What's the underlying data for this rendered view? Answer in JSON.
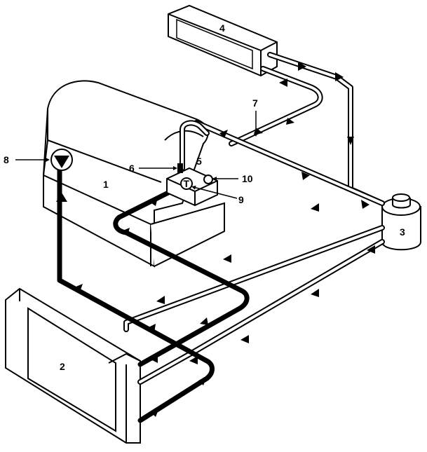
{
  "diagram": {
    "components": [
      {
        "id": "engine",
        "label": "1"
      },
      {
        "id": "radiator",
        "label": "2"
      },
      {
        "id": "expansion-tank",
        "label": "3"
      },
      {
        "id": "heater-core",
        "label": "4"
      },
      {
        "id": "thermostat-housing",
        "label": "5"
      },
      {
        "id": "sensor",
        "label": "6"
      },
      {
        "id": "heater-hose",
        "label": "7"
      },
      {
        "id": "water-pump",
        "label": "8"
      },
      {
        "id": "thermostat",
        "label": "9"
      },
      {
        "id": "bleed-valve",
        "label": "10"
      }
    ],
    "thermostat_symbol": "T",
    "colors": {
      "line": "#000000",
      "hot_hose": "#000000",
      "cold_hose": "#ffffff",
      "background": "#ffffff"
    }
  }
}
